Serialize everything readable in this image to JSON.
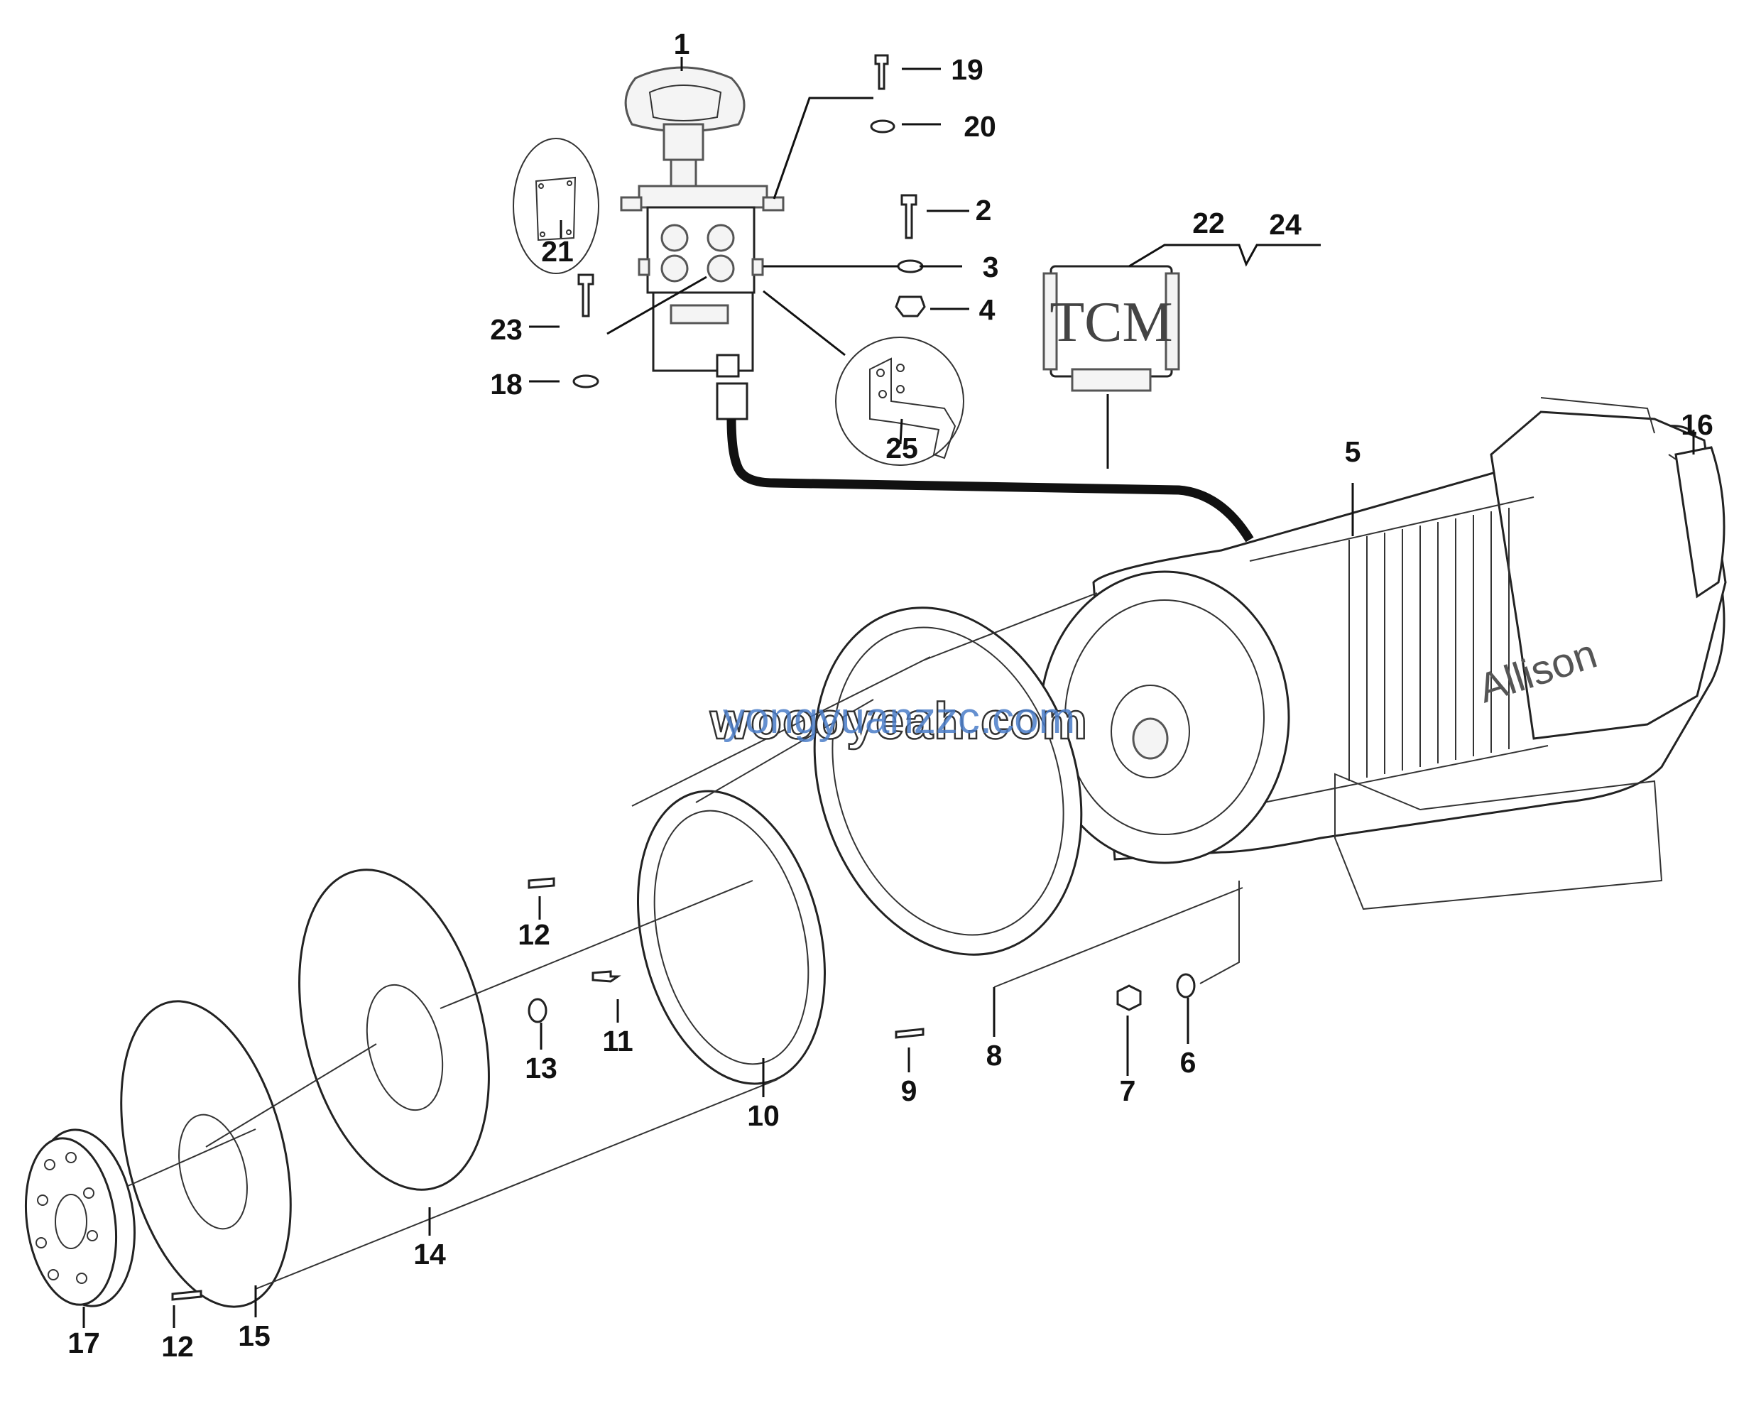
{
  "diagram": {
    "callouts": [
      "1",
      "2",
      "3",
      "4",
      "5",
      "6",
      "7",
      "8",
      "9",
      "10",
      "11",
      "12",
      "13",
      "14",
      "15",
      "16",
      "17",
      "18",
      "19",
      "20",
      "21",
      "22",
      "23",
      "24",
      "25",
      "12"
    ],
    "tcm_label": "TCM",
    "transmission_brand": "Allison",
    "watermark": {
      "primary": "woooyeah.com",
      "overlay": "yongyuanzzc.com"
    }
  }
}
